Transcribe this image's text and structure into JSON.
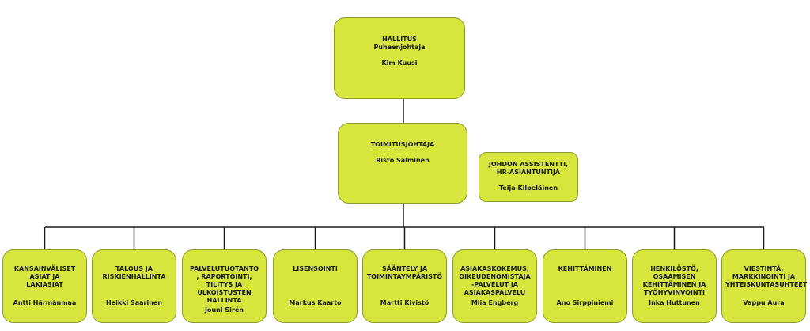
{
  "board": {
    "title": "HALLITUS\nPuheenjohtaja",
    "person": "Kim Kuusi"
  },
  "ceo": {
    "title": "TOIMITUSJOHTAJA",
    "person": "Risto Salminen"
  },
  "assistant": {
    "title": "JOHDON ASSISTENTTI,\nHR-ASIANTUNTIJA",
    "person": "Teija Kilpeläinen"
  },
  "units": [
    {
      "title": "KANSAINVÄLISET\nASIAT JA\nLAKIASIAT",
      "person": "Antti Härmänmaa"
    },
    {
      "title": "TALOUS JA\nRISKIENHALLINTA",
      "person": "Heikki Saarinen"
    },
    {
      "title": "PALVELUTUOTANTO\n, RAPORTOINTI,\nTILITYS JA\nULKOISTUSTEN\nHALLINTA",
      "person": "Jouni Sirén"
    },
    {
      "title": "LISENSOINTI",
      "person": "Markus Kaarto"
    },
    {
      "title": "SÄÄNTELY JA\nTOIMINTAYMPÄRISTÖ",
      "person": "Martti Kivistö"
    },
    {
      "title": "ASIAKASKOKEMUS,\nOIKEUDENOMISTAJA\n-PALVELUT JA\nASIAKASPALVELU",
      "person": "Miia Engberg"
    },
    {
      "title": "KEHITTÄMINEN",
      "person": "Ano Sirppiniemi"
    },
    {
      "title": "HENKILÖSTÖ,\nOSAAMISEN\nKEHITTÄMINEN JA\nTYÖHYVINVOINTI",
      "person": "Inka Huttunen"
    },
    {
      "title": "VIESTINTÄ,\nMARKKINOINTI JA\nYHTEISKUNTASUHTEET",
      "person": "Vappu Aura"
    }
  ]
}
